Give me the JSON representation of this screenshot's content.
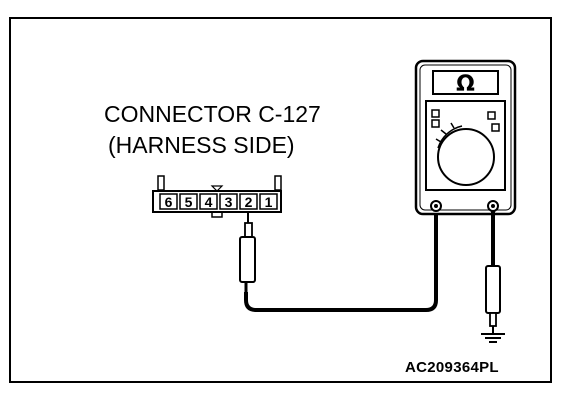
{
  "connector": {
    "title": "CONNECTOR C-127",
    "subtitle": "(HARNESS SIDE)",
    "pins": [
      "6",
      "5",
      "4",
      "3",
      "2",
      "1"
    ]
  },
  "meter": {
    "display_symbol": "Ω",
    "icon": "ohmmeter-icon"
  },
  "figure_code": "AC209364PL"
}
